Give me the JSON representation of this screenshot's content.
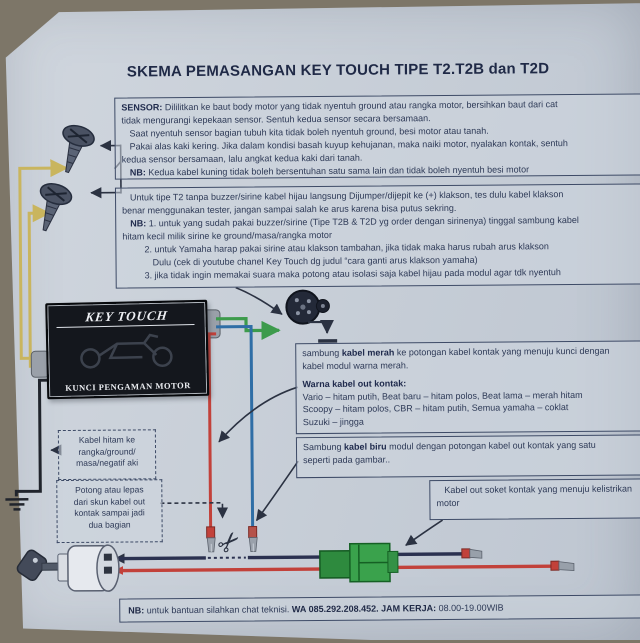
{
  "title": "SKEMA PEMASANGAN KEY TOUCH TIPE T2.T2B dan T2D",
  "sensor_box": {
    "label": "SENSOR:",
    "l1": " Dililitkan ke baut body motor yang tidak nyentuh ground atau rangka motor, bersihkan baut dari cat",
    "l2": "tidak mengurangi kepekaan sensor. Sentuh kedua sensor secara bersamaan.",
    "l3": "Saat nyentuh sensor bagian tubuh kita tidak boleh nyentuh ground, besi motor atau tanah.",
    "l4": "Pakai alas kaki kering. Jika dalam kondisi basah kuyup kehujanan, maka naiki motor, nyalakan kontak, sentuh",
    "l5": "kedua sensor bersamaan, lalu angkat kedua kaki dari tanah.",
    "nb_label": "NB:",
    "nb": " Kedua kabel kuning tidak boleh bersentuhan satu sama lain dan tidak boleh nyentuh besi motor"
  },
  "t2_box": {
    "l1": "Untuk tipe T2 tanpa buzzer/sirine kabel hijau langsung Dijumper/dijepit ke (+) klakson, tes dulu kabel klakson",
    "l2": "benar menggunakan tester, jangan sampai salah ke arus karena bisa putus sekring.",
    "nb_label": "NB:",
    "l3": " 1. untuk yang sudah pakai buzzer/sirine (Tipe T2B & T2D yg order dengan sirinenya) tinggal sambung kabel",
    "l4": "hitam kecil milik sirine ke ground/masa/rangka motor",
    "l5": "2. untuk Yamaha harap pakai sirine atau  klakson tambahan, jika tidak maka harus rubah arus klakson",
    "l6": "Dulu (cek di youtube chanel Key Touch dg judul “cara ganti arus klakson yamaha)",
    "l7": "3. jika tidak ingin memakai suara maka potong atau isolasi saja kabel hijau pada modul agar tdk nyentuh"
  },
  "merah_box": {
    "pre": "sambung ",
    "bold": "kabel merah",
    "post": " ke potongan kabel kontak yang menuju kunci dengan",
    "l2": "kabel modul warna merah.",
    "warna_label": "Warna kabel out kontak:",
    "w1": "Vario – hitam putih, Beat baru – hitam polos, Beat lama – merah hitam",
    "w2": "Scoopy – hitam polos, CBR – hitam putih, Semua yamaha – coklat",
    "w3": "Suzuki – jingga"
  },
  "biru_box": {
    "pre": "Sambung ",
    "bold": "kabel biru",
    "post": " modul dengan potongan kabel out kontak yang satu",
    "l2": "seperti pada gambar.."
  },
  "soket_box": {
    "l1": "Kabel out soket kontak yang menuju kelistrikan",
    "l2": "motor"
  },
  "hitam_box": {
    "l1": "Kabel hitam ke",
    "l2": "rangka/ground/",
    "l3": "masa/negatif aki"
  },
  "potong_box": {
    "l1": "Potong atau lepas",
    "l2": "dari skun kabel out",
    "l3": "kontak sampai jadi",
    "l4": "dua bagian"
  },
  "footer": {
    "nb_label": "NB:",
    "t1": " untuk bantuan silahkan chat teknisi. ",
    "wa": "WA 085.292.208.452. JAM KERJA:",
    "t2": " 08.00-19.00WIB"
  },
  "module": {
    "logo": "KEY TOUCH",
    "sub": "KUNCI PENGAMAN MOTOR"
  },
  "icons": {
    "sensor_screw": "screw-icon",
    "horn": "horn-icon",
    "ground": "ground-symbol",
    "scissors": "✂",
    "key_switch": "ignition-key-switch-icon",
    "connector": "green-socket-connector-icon"
  },
  "colors": {
    "wire_yellow": "#c9b55e",
    "wire_black": "#20242c",
    "wire_red": "#c2413a",
    "wire_blue": "#2f6ea6",
    "wire_green": "#3d9b4c",
    "wire_navy": "#2b3150",
    "connector_green": "#3aa24c",
    "ink": "#2e3a57",
    "paper": "#c8cfd8"
  }
}
